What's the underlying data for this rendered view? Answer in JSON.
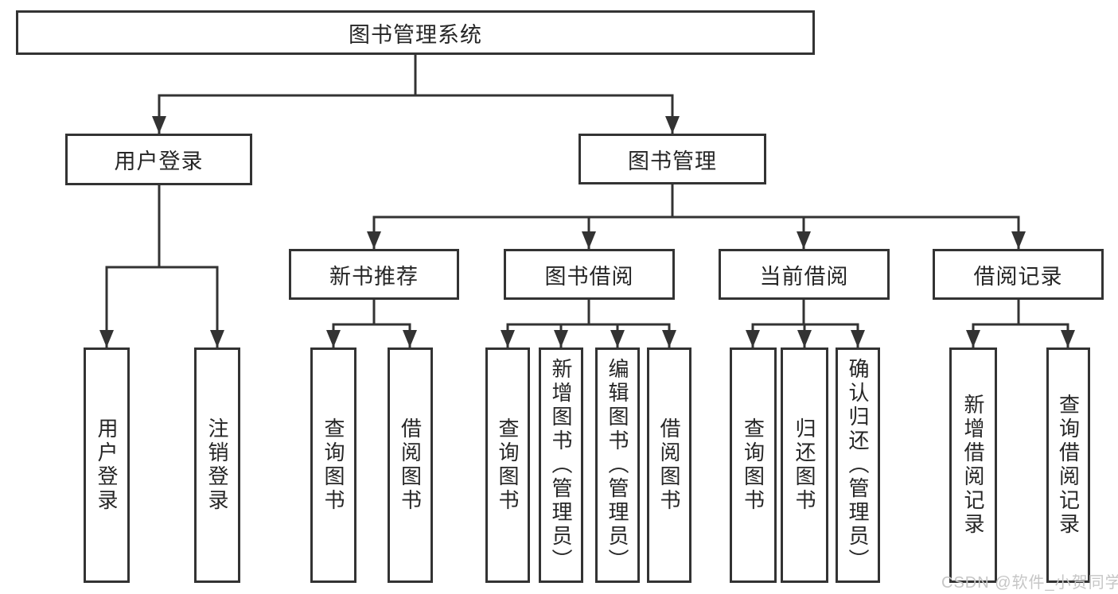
{
  "diagram": {
    "root": {
      "label": "图书管理系统"
    },
    "level2": [
      {
        "id": "user-login",
        "label": "用户登录"
      },
      {
        "id": "book-management",
        "label": "图书管理"
      }
    ],
    "level3": [
      {
        "id": "new-book-recommend",
        "parent": "图书管理",
        "label": "新书推荐"
      },
      {
        "id": "book-borrowing",
        "parent": "图书管理",
        "label": "图书借阅"
      },
      {
        "id": "current-borrowing",
        "parent": "图书管理",
        "label": "当前借阅"
      },
      {
        "id": "borrowing-records",
        "parent": "图书管理",
        "label": "借阅记录"
      }
    ],
    "leaves": [
      {
        "parent": "用户登录",
        "label": "用户登录"
      },
      {
        "parent": "用户登录",
        "label": "注销登录"
      },
      {
        "parent": "新书推荐",
        "label": "查询图书"
      },
      {
        "parent": "新书推荐",
        "label": "借阅图书"
      },
      {
        "parent": "图书借阅",
        "label": "查询图书"
      },
      {
        "parent": "图书借阅",
        "label": "新增图书（管理员）"
      },
      {
        "parent": "图书借阅",
        "label": "编辑图书（管理员）"
      },
      {
        "parent": "图书借阅",
        "label": "借阅图书"
      },
      {
        "parent": "当前借阅",
        "label": "查询图书"
      },
      {
        "parent": "当前借阅",
        "label": "归还图书"
      },
      {
        "parent": "当前借阅",
        "label": "确认归还（管理员）"
      },
      {
        "parent": "借阅记录",
        "label": "新增借阅记录"
      },
      {
        "parent": "借阅记录",
        "label": "查询借阅记录"
      }
    ]
  },
  "watermark": {
    "text": "CSDN @软件_小贺同学"
  },
  "colors": {
    "line": "#333333",
    "text": "#262626",
    "background": "#ffffff",
    "watermark": "#c6c6c6"
  }
}
